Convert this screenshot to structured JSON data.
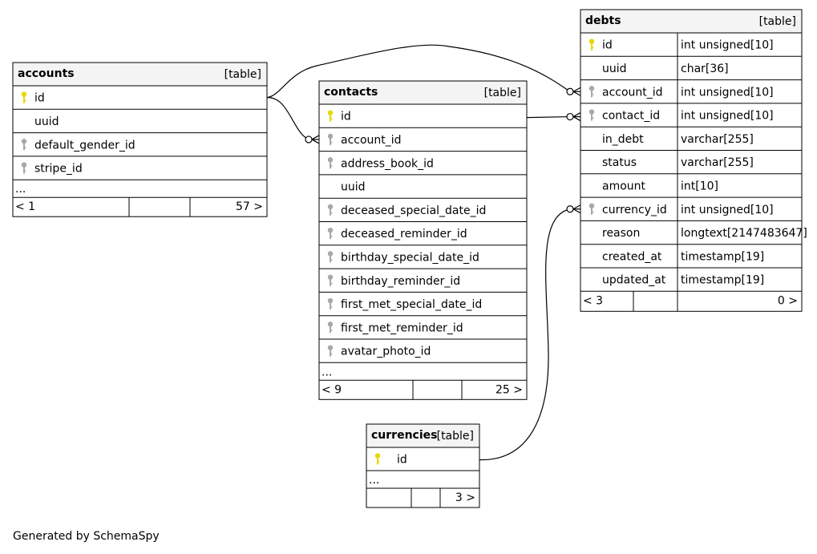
{
  "footer": "Generated by SchemaSpy",
  "tables": [
    {
      "id": "accounts",
      "name": "accounts",
      "type": "[table]",
      "rows": [
        {
          "name": "id",
          "key": "primary"
        },
        {
          "name": "uuid",
          "key": "none"
        },
        {
          "name": "default_gender_id",
          "key": "foreign"
        },
        {
          "name": "stripe_id",
          "key": "foreign"
        }
      ],
      "more": "...",
      "nav": {
        "left": "< 1",
        "right": "57 >"
      }
    },
    {
      "id": "contacts",
      "name": "contacts",
      "type": "[table]",
      "rows": [
        {
          "name": "id",
          "key": "primary"
        },
        {
          "name": "account_id",
          "key": "foreign"
        },
        {
          "name": "address_book_id",
          "key": "foreign"
        },
        {
          "name": "uuid",
          "key": "none"
        },
        {
          "name": "deceased_special_date_id",
          "key": "foreign"
        },
        {
          "name": "deceased_reminder_id",
          "key": "foreign"
        },
        {
          "name": "birthday_special_date_id",
          "key": "foreign"
        },
        {
          "name": "birthday_reminder_id",
          "key": "foreign"
        },
        {
          "name": "first_met_special_date_id",
          "key": "foreign"
        },
        {
          "name": "first_met_reminder_id",
          "key": "foreign"
        },
        {
          "name": "avatar_photo_id",
          "key": "foreign"
        }
      ],
      "more": "...",
      "nav": {
        "left": "< 9",
        "right": "25 >"
      }
    },
    {
      "id": "currencies",
      "name": "currencies",
      "type": "[table]",
      "rows": [
        {
          "name": "id",
          "key": "primary"
        }
      ],
      "more": "...",
      "nav": {
        "left": "",
        "right": "3 >"
      }
    },
    {
      "id": "debts",
      "name": "debts",
      "type": "[table]",
      "focus": true,
      "rows": [
        {
          "name": "id",
          "key": "primary",
          "type": "int unsigned[10]"
        },
        {
          "name": "uuid",
          "key": "none",
          "type": "char[36]"
        },
        {
          "name": "account_id",
          "key": "foreign",
          "type": "int unsigned[10]"
        },
        {
          "name": "contact_id",
          "key": "foreign",
          "type": "int unsigned[10]"
        },
        {
          "name": "in_debt",
          "key": "none",
          "type": "varchar[255]"
        },
        {
          "name": "status",
          "key": "none",
          "type": "varchar[255]"
        },
        {
          "name": "amount",
          "key": "none",
          "type": "int[10]"
        },
        {
          "name": "currency_id",
          "key": "foreign",
          "type": "int unsigned[10]"
        },
        {
          "name": "reason",
          "key": "none",
          "type": "longtext[2147483647]"
        },
        {
          "name": "created_at",
          "key": "none",
          "type": "timestamp[19]"
        },
        {
          "name": "updated_at",
          "key": "none",
          "type": "timestamp[19]"
        }
      ],
      "nav": {
        "left": "< 3",
        "right": "0 >"
      }
    }
  ],
  "relationships": [
    {
      "from": "debts.account_id",
      "to": "accounts.id"
    },
    {
      "from": "contacts.account_id",
      "to": "accounts.id"
    },
    {
      "from": "debts.contact_id",
      "to": "contacts.id"
    },
    {
      "from": "debts.currency_id",
      "to": "currencies.id"
    }
  ],
  "colors": {
    "primary_key": "#e6d800",
    "foreign_key": "#a8a8a8",
    "header_fill": "#f4f4f4"
  }
}
